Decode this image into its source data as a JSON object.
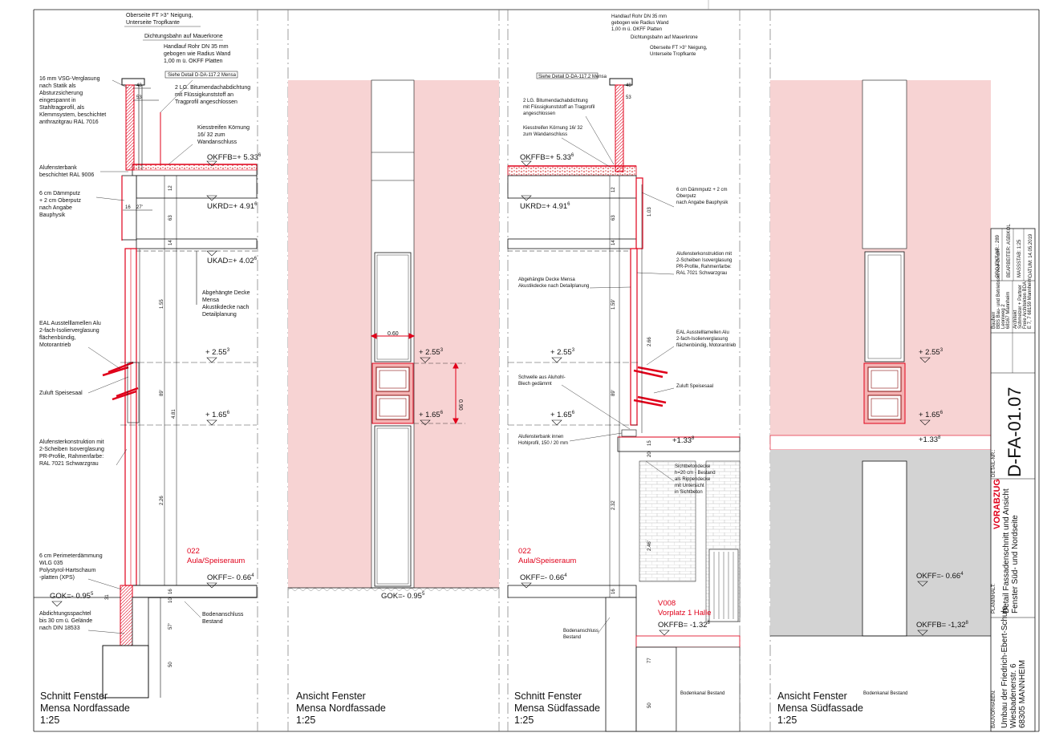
{
  "sheet": {
    "panels": [
      {
        "title_line1": "Schnitt Fenster",
        "title_line2": "Mensa Nordfassade",
        "scale": "1:25"
      },
      {
        "title_line1": "Ansicht Fenster",
        "title_line2": "Mensa Nordfassade",
        "scale": "1:25"
      },
      {
        "title_line1": "Schnitt Fenster",
        "title_line2": "Mensa Südfassade",
        "scale": "1:25"
      },
      {
        "title_line1": "Ansicht Fenster",
        "title_line2": "Mensa Südfassade",
        "scale": "1:25"
      }
    ],
    "north_section": {
      "notes": {
        "roof_slope_1": "Oberseite FT >3° Neigung,",
        "roof_slope_2": "Unterseite Tropfkante",
        "membrane": "Dichtungsbahn auf Mauerkrone",
        "handrail_1": "Handlauf Rohr DN 35 mm",
        "handrail_2": "gebogen wie Radius Wand",
        "handrail_3": "1,00 m ü. OKFF Platten",
        "detail_ref": "Siehe Detail D-DA-117.2  Mensa",
        "vsg_1": "16 mm VSG-Verglasung",
        "vsg_2": "nach Statik als",
        "vsg_3": "Absturzsicherung",
        "vsg_4": "eingespannt in",
        "vsg_5": "Stahltragprofil, als",
        "vsg_6": "Klemmsystem, beschichtet",
        "vsg_7": "anthrazitgrau RAL 7016",
        "bitumen_1": "2 LG. Bitumendachabdichtung",
        "bitumen_2": "mit Flüssigkunststoff an",
        "bitumen_3": "Tragprofil angeschlossen",
        "gravel_1": "Kiesstreifen Körnung",
        "gravel_2": "16/ 32 zum",
        "gravel_3": "Wandanschluss",
        "sill_1": "Alufensterbank",
        "sill_2": "beschichtet RAL 9006",
        "plaster_1": "6 cm Dämmputz",
        "plaster_2": "+ 2 cm Oberputz",
        "plaster_3": "nach Angabe",
        "plaster_4": "Bauphysik",
        "ceiling_1": "Abgehängte Decke",
        "ceiling_2": "Mensa",
        "ceiling_3": "Akustikdecke nach",
        "ceiling_4": "Detailplanung",
        "louvre_1": "EAL Ausstelllamellen Alu",
        "louvre_2": "2-fach-Isolierverglasung",
        "louvre_3": "flächenbündig,",
        "louvre_4": "Motorantrieb",
        "supply": "Zuluft Speisesaal",
        "window_1": "Alufensterkonstruktion mit",
        "window_2": "2-Scheiben Isoverglasung",
        "window_3": "PR-Profile, Rahmenfarbe:",
        "window_4": "RAL 7021 Schwarzgrau",
        "perim_1": "6 cm Perimeterdämmung",
        "perim_2": "WLG 035",
        "perim_3": "Polystyrol-Hartschaum",
        "perim_4": "-platten (XPS)",
        "seal_1": "Abdichtungsspachtel",
        "seal_2": "bis 30 cm ü. Gelände",
        "seal_3": "nach DIN 18533",
        "floor_1": "Bodenanschluss",
        "floor_2": "Bestand"
      },
      "levels": {
        "okffb": "OKFFB=+ 5.33",
        "okffb_sup": "6",
        "ukrd": "UKRD=+ 4.91",
        "ukrd_sup": "6",
        "ukad": "UKAD=+ 4.02",
        "ukad_sup": "6",
        "l255": "+ 2.55",
        "l255_sup": "3",
        "l165": "+ 1.65",
        "l165_sup": "6",
        "okff": "OKFF=- 0.66",
        "okff_sup": "4",
        "gok": "GOK=- 0.95",
        "gok_sup": "5"
      },
      "dims": {
        "d12": "12",
        "d63": "63",
        "d14": "14",
        "d155": "1.55",
        "d89": "89'",
        "d481": "4.81",
        "d226": "2.26",
        "d31": "31",
        "d10": "10",
        "d16": "16",
        "d57": "57'",
        "d50": "50",
        "d48": "48",
        "d53": "53",
        "d16b": "16",
        "d27": "27'"
      },
      "room_no": "022",
      "room_name": "Aula/Speiseraum"
    },
    "north_view": {
      "dim_060": "0.60",
      "dim_090": "0.90",
      "l255": "+ 2.55",
      "l255_sup": "3",
      "l165": "+ 1.65",
      "l165_sup": "6",
      "gok": "GOK=- 0.95",
      "gok_sup": "5"
    },
    "south_section": {
      "notes": {
        "handrail_1": "Handlauf Rohr DN 35 mm",
        "handrail_2": "gebogen wie Radius Wand",
        "handrail_3": "1,00 m ü. OKFF Platten",
        "membrane": "Dichtungsbahn auf Mauerkrone",
        "roof_slope_1": "Oberseite FT >3° Neigung,",
        "roof_slope_2": "Unterseite Tropfkante",
        "detail_ref": "Siehe Detail D-DA-117.2  Mensa",
        "bitumen_1": "2 LG. Bitumendachabdichtung",
        "bitumen_2": "mit Flüssigkunststoff an Tragprofil",
        "bitumen_3": "angeschlossen",
        "gravel_1": "Kiesstreifen Körnung 16/ 32",
        "gravel_2": "zum Wandanschluss",
        "plaster_1": "6 cm Dämmputz + 2 cm",
        "plaster_2": "Oberputz",
        "plaster_3": "nach Angabe Bauphysik",
        "window_1": "Alufensterkonstruktion mit",
        "window_2": "2-Scheiben Isoverglasung",
        "window_3": "PR-Profile, Rahmenfarbe:",
        "window_4": "RAL 7021 Schwarzgrau",
        "ceiling_1": "Abgehängte Decke Mensa",
        "ceiling_2": "Akustikdecke nach Detailplanung",
        "louvre_1": "EAL Ausstelllamellen Alu",
        "louvre_2": "2-fach-Isolierverglasung",
        "louvre_3": "flächenbündig, Motorantrieb",
        "supply": "Zuluft Speisesaal",
        "threshold_1": "Schwelle aus Aluhohl-",
        "threshold_2": "Blech gedämmt",
        "sill_1": "Alufensterbank innen",
        "sill_2": "Hohlprofil, 150 / 20 mm",
        "slab_1": "Sichtbetondecke",
        "slab_2": "h=20 cm - Bestand",
        "slab_3": "als Rippendecke",
        "slab_4": "mit Untersicht",
        "slab_5": "in Sichtbeton",
        "floor_1": "Bodenanschluss",
        "floor_2": "Bestand",
        "channel": "Bodenkanal Bestand"
      },
      "levels": {
        "okffb": "OKFFB=+ 5.33",
        "okffb_sup": "6",
        "ukrd": "UKRD=+ 4.91",
        "ukrd_sup": "6",
        "l255": "+ 2.55",
        "l255_sup": "3",
        "l165": "+ 1.65",
        "l165_sup": "6",
        "l133": "+1.33",
        "l133_sup": "8",
        "okff": "OKFF=- 0.66",
        "okff_sup": "4",
        "okffb2": "OKFFB= -1.32",
        "okffb2_sup": "8"
      },
      "dims": {
        "d12": "12",
        "d63": "63",
        "d14": "14",
        "d159": "1.59'",
        "d89": "89'",
        "d103": "1.03",
        "d266": "2.66",
        "d15": "15",
        "d20": "20",
        "d232": "2.32",
        "d246": "2.46'",
        "d16": "16",
        "d77": "77",
        "d50": "50",
        "d48": "48",
        "d53": "53"
      },
      "room_no": "022",
      "room_name": "Aula/Speiseraum",
      "room2_no": "V008",
      "room2_name": "Vorplatz 1 Halle"
    },
    "south_view": {
      "l255": "+ 2.55",
      "l255_sup": "3",
      "l165": "+ 1.65",
      "l165_sup": "6",
      "l133": "+1.33",
      "l133_sup": "8",
      "okff": "OKFF=- 0.66",
      "okff_sup": "4",
      "okffb": "OKFFB= -1,32",
      "okffb_sup": "8",
      "channel": "Bodenkanal Bestand"
    }
  },
  "title_block": {
    "project_label": "BAUVORHABEN:",
    "project_1": "Umbau der Friedrich-Ebert-Schule",
    "project_2": "Wiesbadenerstr. 6",
    "project_3": "68305 MANNHEIM",
    "plan_label": "PLANINHALT:",
    "plan_1": "Detail Fassadenschnitt und Ansicht",
    "plan_2": "Fenster Süd- und Nordseite",
    "stamp": "VORABZUG",
    "detail_label": "DETAIL-NR.:",
    "detail_no": "D-FA-01.07",
    "client_label": "Bauherr",
    "client_1": "BBS Bau- und Betriebsservice GmbH",
    "client_2": "Leoniweg 2",
    "client_3": "68167 Mannheim",
    "architect_label": "Architekt",
    "architect_1": "Schmelzer + Partner",
    "architect_2": "Freie Architekten BDA",
    "architect_3": "E 7, 7   68159 Mannheim",
    "project_nr": "PROJEKT-NR.: 289",
    "editor": "BEARBEITER: ASBIKOL",
    "scale": "MASSSTAB: 1:25",
    "date": "DATUM: 14.05.2019"
  },
  "colors": {
    "red": "#e0001a",
    "pink": "#f7d3d3",
    "grey": "#d3d3d3",
    "line": "#111111"
  }
}
